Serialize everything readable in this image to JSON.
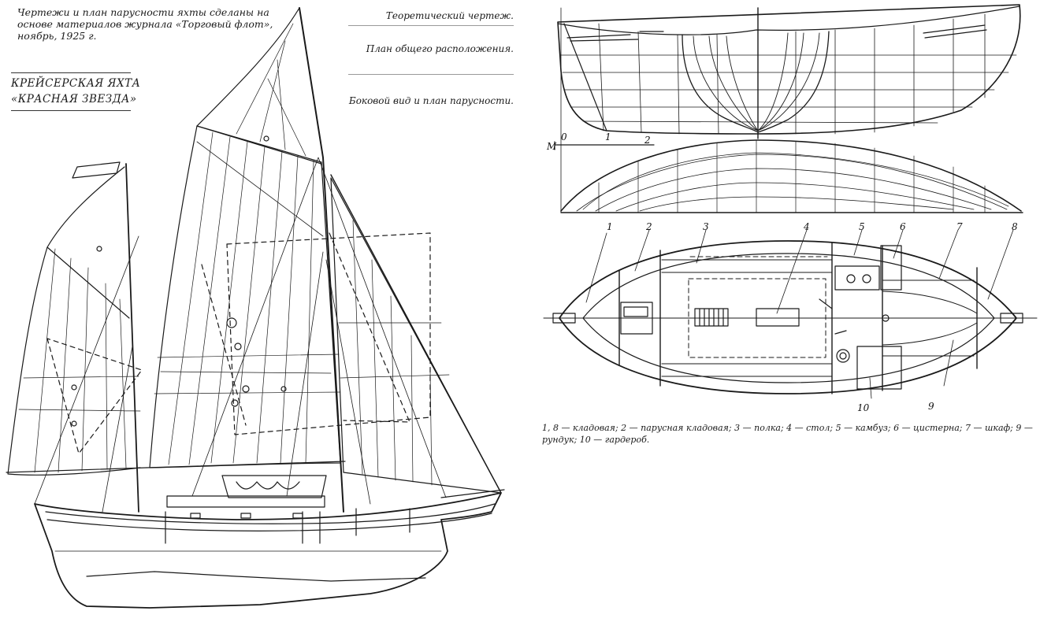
{
  "source_caption": "Чертежи и план парусности яхты сделаны на основе материалов журнала «Торговый флот», ноябрь, 1925 г.",
  "title": {
    "line1": "КРЕЙСЕРСКАЯ ЯХТА",
    "line2": "«КРАСНАЯ ЗВЕЗДА»"
  },
  "drawing_list": [
    "Теоретический чертеж.",
    "План общего расположения.",
    "Боковой вид и план парусности."
  ],
  "lines_plan": {
    "station_labels": [
      "0",
      "1",
      "2"
    ],
    "midship_label": "М"
  },
  "arrangement_plan": {
    "callouts": [
      "1",
      "2",
      "3",
      "4",
      "5",
      "6",
      "7",
      "8",
      "9",
      "10"
    ]
  },
  "legend": "1, 8 — кладовая; 2 — парусная кладовая; 3 — полка; 4 — стол; 5 — камбуз; 6 — цистерна; 7 — шкаф; 9 — рундук; 10 — гардероб."
}
